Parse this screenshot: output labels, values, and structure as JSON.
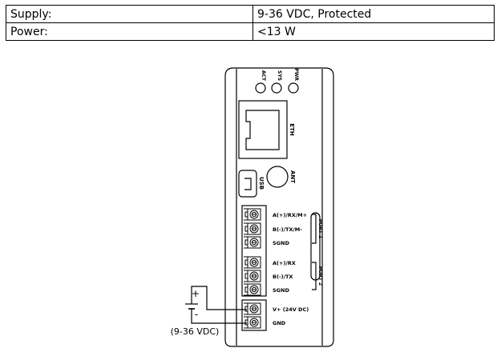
{
  "spec_table": {
    "rows": [
      {
        "label": "Supply:",
        "value": "9-36 VDC, Protected"
      },
      {
        "label": "Power:",
        "value": "<13 W"
      }
    ]
  },
  "device": {
    "leds": [
      "ACT",
      "SYS",
      "PWR"
    ],
    "eth_label": "ETH",
    "usb_label": "USB",
    "ant_label": "ANT",
    "port1": {
      "name": "PORT 1",
      "pins": [
        "A(+)/RX/M+",
        "B(-)/TX/M-",
        "SGND"
      ]
    },
    "port2": {
      "name": "PORT 2",
      "pins": [
        "A(+)/RX",
        "B(-)/TX",
        "SGND"
      ]
    },
    "power": {
      "pins": [
        "V+ (24V DC)",
        "GND"
      ]
    }
  },
  "battery": {
    "plus": "+",
    "minus": "-",
    "range_label": "(9-36 VDC)"
  }
}
